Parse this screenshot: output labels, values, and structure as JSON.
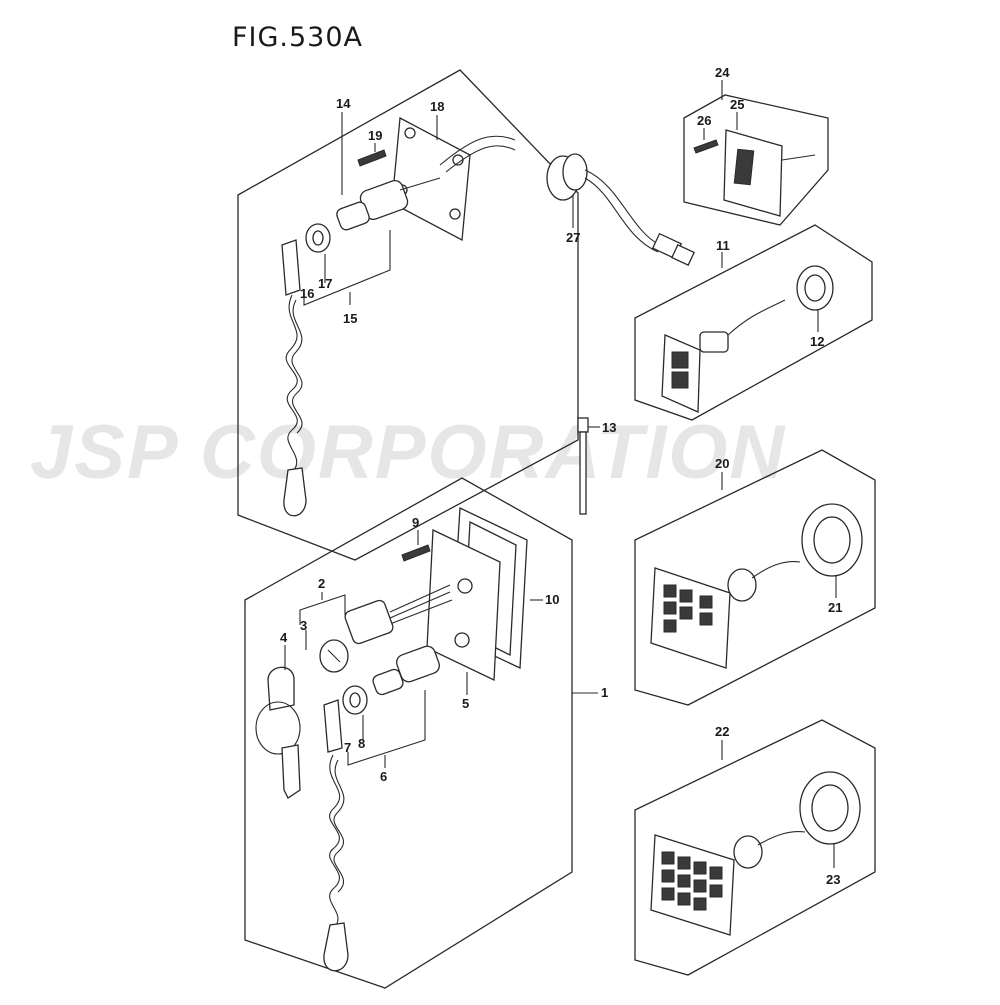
{
  "title": "FIG.530A",
  "watermark": "JSP CORPORATION",
  "callouts": {
    "c1": "1",
    "c2": "2",
    "c3": "3",
    "c4": "4",
    "c5": "5",
    "c6": "6",
    "c7": "7",
    "c8": "8",
    "c9": "9",
    "c10": "10",
    "c11": "11",
    "c12": "12",
    "c13": "13",
    "c14": "14",
    "c15": "15",
    "c16": "16",
    "c17": "17",
    "c18": "18",
    "c19": "19",
    "c20": "20",
    "c21": "21",
    "c22": "22",
    "c23": "23",
    "c24": "24",
    "c25": "25",
    "c26": "26",
    "c27": "27"
  }
}
